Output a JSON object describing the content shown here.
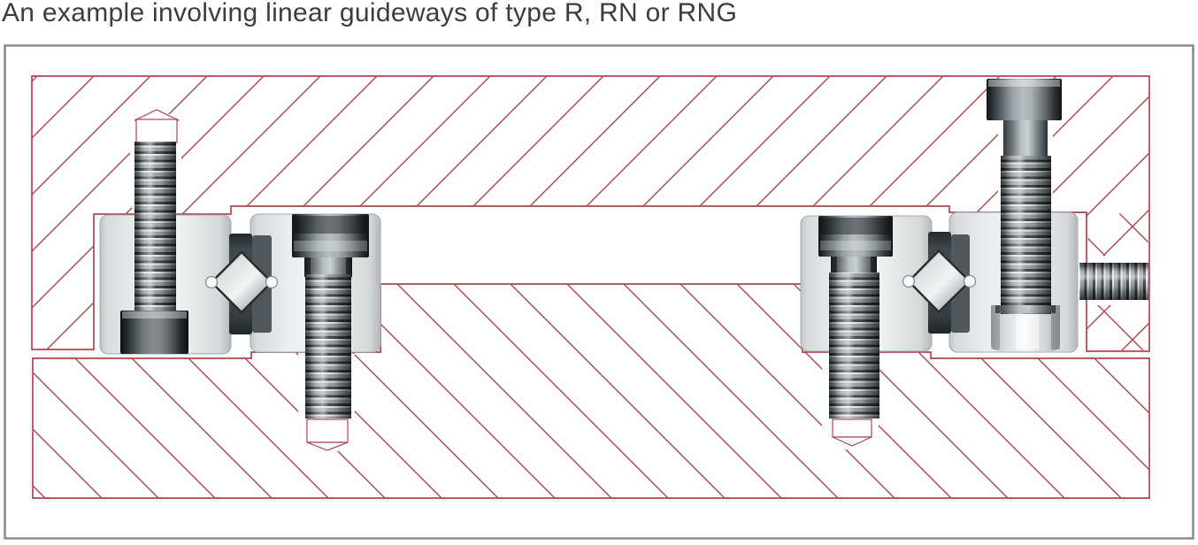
{
  "page": {
    "title": "An example involving linear guideways of type R, RN or RNG"
  },
  "diagram": {
    "type": "engineering-cross-section",
    "description": "Sectional drawing of two crossed-roller linear guideway units (type R / RN / RNG) clamped between an upper carriage plate and a lower base plate",
    "colors": {
      "hatch_red": "#b04552",
      "frame_gray": "#8b8b8b",
      "title_gray": "#3d3d3d",
      "canvas_white": "#ffffff",
      "metal_light": "#ececed",
      "metal_dark": "#24292c"
    },
    "parts": [
      {
        "name": "upper-carriage-plate",
        "hatch": "diagonal-rising"
      },
      {
        "name": "lower-base-plate",
        "hatch": "diagonal-falling"
      },
      {
        "name": "left-unit-upper-rail",
        "fixing": "socket-head-bolt-from-below"
      },
      {
        "name": "left-unit-lower-rail",
        "fixing": "socket-head-screw-from-above"
      },
      {
        "name": "left-unit-crossed-roller",
        "shape": "diamond"
      },
      {
        "name": "right-unit-lower-rail",
        "fixing": "socket-head-screw-from-above"
      },
      {
        "name": "right-unit-upper-rail",
        "fixing": "long-socket-head-screw-through-carriage"
      },
      {
        "name": "right-unit-crossed-roller",
        "shape": "diamond"
      },
      {
        "name": "lateral-preload-set-screw",
        "orientation": "horizontal"
      },
      {
        "name": "tapped-hole-outlines",
        "count": 3
      }
    ]
  }
}
